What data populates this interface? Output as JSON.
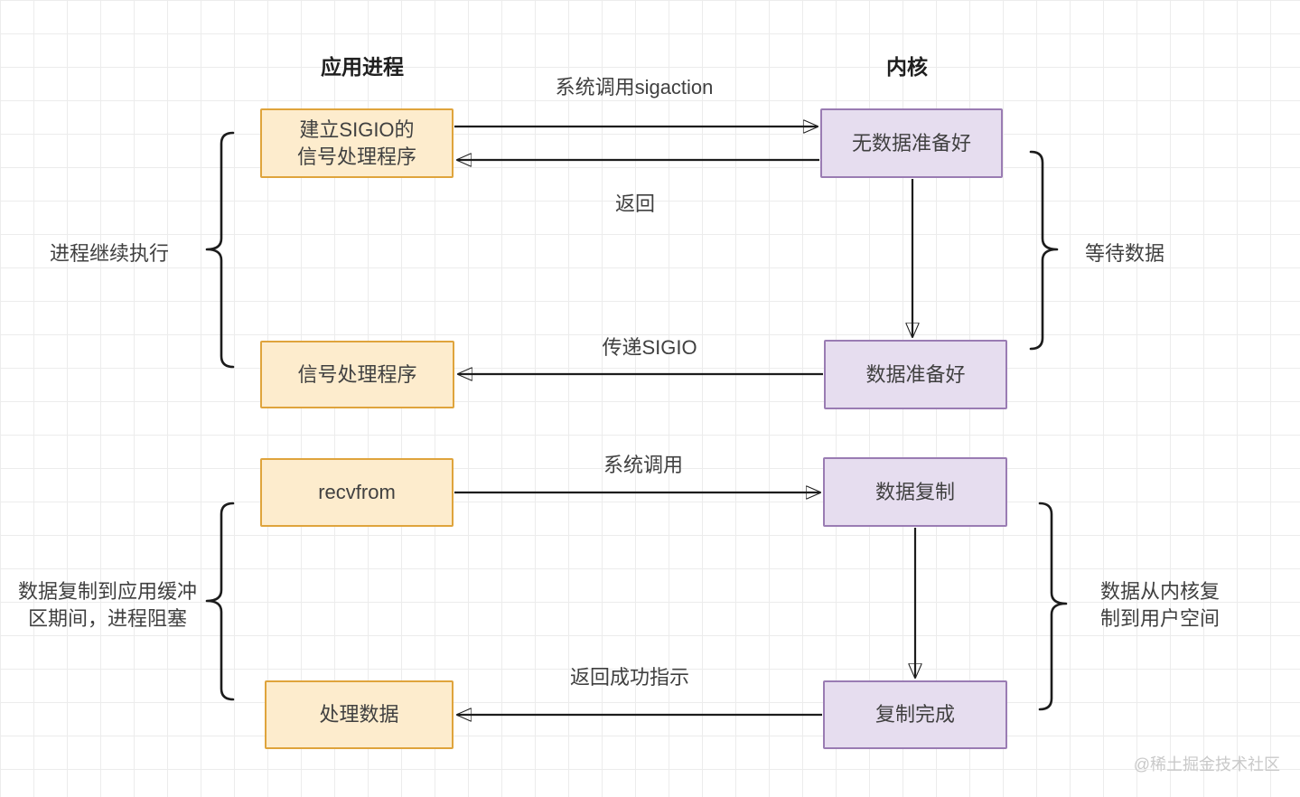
{
  "titles": {
    "left": "应用进程",
    "right": "内核"
  },
  "app_boxes": [
    {
      "label": "建立SIGIO的\n信号处理程序"
    },
    {
      "label": "信号处理程序"
    },
    {
      "label": "recvfrom"
    },
    {
      "label": "处理数据"
    }
  ],
  "kernel_boxes": [
    {
      "label": "无数据准备好"
    },
    {
      "label": "数据准备好"
    },
    {
      "label": "数据复制"
    },
    {
      "label": "复制完成"
    }
  ],
  "arrow_labels": {
    "sigaction_call": "系统调用sigaction",
    "return": "返回",
    "pass_sigio": "传递SIGIO",
    "syscall": "系统调用",
    "return_success": "返回成功指示"
  },
  "brace_labels": {
    "process_continues": "进程继续执行",
    "wait_for_data": "等待数据",
    "copy_blocking": "数据复制到应用缓冲\n区期间，进程阻塞",
    "kernel_to_user": "数据从内核复\n制到用户空间"
  },
  "watermark": "@稀土掘金技术社区",
  "colors": {
    "app_box_fill": "#fdeccd",
    "app_box_border": "#dfa43c",
    "kernel_box_fill": "#e6ddef",
    "kernel_box_border": "#9a7cb3",
    "line": "#1c1c1c",
    "grid": "#ececec",
    "text": "#404040",
    "title": "#1f1f1f",
    "watermark": "#c9c9c9"
  }
}
